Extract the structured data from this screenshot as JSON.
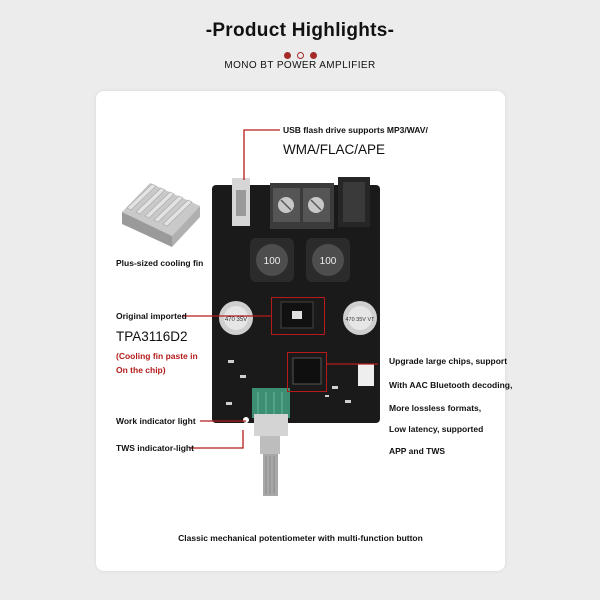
{
  "header": {
    "title": "-Product Highlights-",
    "subtitle": "MONO BT POWER AMPLIFIER"
  },
  "callouts": {
    "usb_line1": "USB flash drive supports MP3/WAV/",
    "usb_line2": "WMA/FLAC/APE",
    "cooling_fin": "Plus-sized cooling fin",
    "chip_title": "Original imported",
    "chip_name": "TPA3116D2",
    "chip_note1": "(Cooling fin paste in",
    "chip_note2": "On the chip)",
    "upgrade_line1": "Upgrade large chips, support",
    "upgrade_line2": "With AAC Bluetooth decoding,",
    "upgrade_line3": "More lossless formats,",
    "upgrade_line4": "Low latency, supported",
    "upgrade_line5": "APP and TWS",
    "work_indicator": "Work indicator light",
    "tws_indicator": "TWS indicator-light",
    "potentiometer": "Classic mechanical potentiometer with multi-function button"
  },
  "board": {
    "inductor_left": "100",
    "inductor_right": "100",
    "cap_left": "470 35V",
    "cap_right": "470 35V VT"
  },
  "colors": {
    "accent": "#b51b1b",
    "board": "#1a1a1a",
    "knob_base": "#3d8f74"
  }
}
